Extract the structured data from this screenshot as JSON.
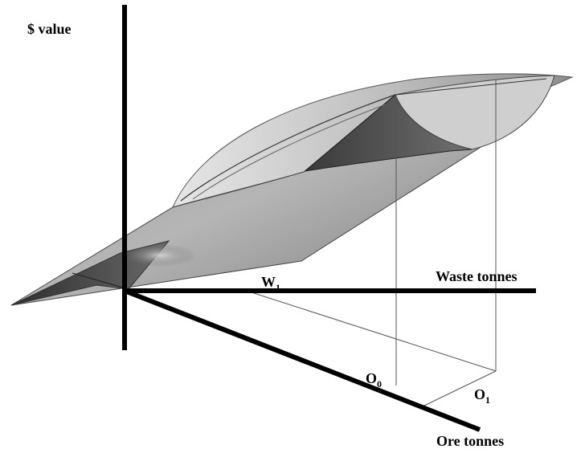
{
  "axes": {
    "y_label": "$ value",
    "x_label": "Waste tonnes",
    "z_label": "Ore tonnes"
  },
  "points": {
    "w1": {
      "base": "W",
      "sub": "1"
    },
    "o0": {
      "base": "O",
      "sub": "0"
    },
    "o1": {
      "base": "O",
      "sub": "1"
    }
  },
  "colors": {
    "axis": "#000000",
    "surface_light": "#d9d9d9",
    "surface_mid": "#a8a8a8",
    "surface_dark": "#4a4a4a",
    "guide_line": "#555555"
  }
}
